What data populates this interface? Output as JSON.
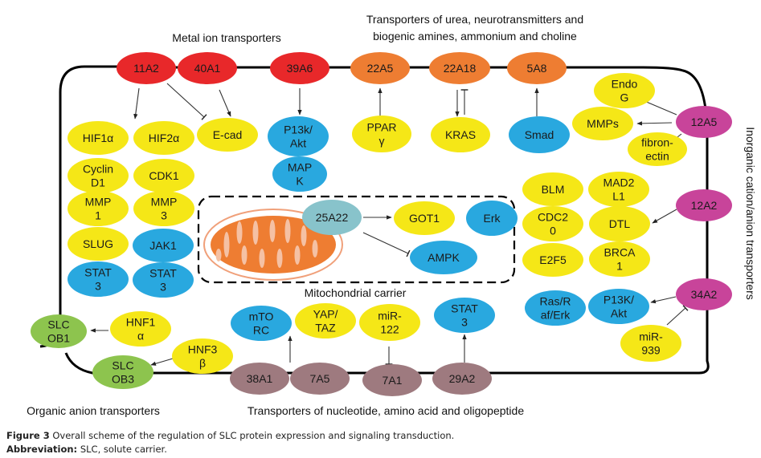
{
  "colors": {
    "metal": "#e8282a",
    "urea": "#ee7d32",
    "inorganic": "#c8449a",
    "organic_anion": "#8dc44e",
    "nucleotide": "#9e7a7f",
    "mito_carrier": "#88c3cb",
    "effector_yellow": "#f5e717",
    "effector_blue": "#29a8df",
    "mitochondrion": "#ee7d32",
    "membrane": "#000000"
  },
  "group_labels": {
    "metal": "Metal ion transporters",
    "urea_line1": "Transporters of urea, neurotransmitters and",
    "urea_line2": "biogenic amines, ammonium and choline",
    "inorganic": "Inorganic cation/anion transporters",
    "mito": "Mitochondrial carrier",
    "organic_anion": "Organic anion transporters",
    "nucleotide": "Transporters of nucleotide, amino acid and oligopeptide"
  },
  "transporters": {
    "t11A2": "11A2",
    "t40A1": "40A1",
    "t39A6": "39A6",
    "t22A5": "22A5",
    "t22A18": "22A18",
    "t5A8": "5A8",
    "t12A5": "12A5",
    "t12A2": "12A2",
    "t34A2": "34A2",
    "t25A22": "25A22",
    "tSLCOB1": [
      "SLC",
      "OB1"
    ],
    "tSLCOB3": [
      "SLC",
      "OB3"
    ],
    "t38A1": "38A1",
    "t7A5": "7A5",
    "t7A1": "7A1",
    "t29A2": "29A2"
  },
  "effectors": {
    "HIF1a": [
      "HIF1α"
    ],
    "HIF2a": [
      "HIF2α"
    ],
    "Ecad": [
      "E-cad"
    ],
    "P13kAkt": [
      "P13k/",
      "Akt"
    ],
    "MAPK": [
      "MAP",
      "K"
    ],
    "CyclinD1": [
      "Cyclin",
      "D1"
    ],
    "CDK1": [
      "CDK1"
    ],
    "MMP1": [
      "MMP",
      "1"
    ],
    "MMP3": [
      "MMP",
      "3"
    ],
    "SLUG": [
      "SLUG"
    ],
    "JAK1": [
      "JAK1"
    ],
    "STAT3a": [
      "STAT",
      "3"
    ],
    "STAT3b": [
      "STAT",
      "3"
    ],
    "PPARg": [
      "PPAR",
      "γ"
    ],
    "KRAS": [
      "KRAS"
    ],
    "Smad": [
      "Smad"
    ],
    "EndoG": [
      "Endo",
      "G"
    ],
    "MMPs": [
      "MMPs"
    ],
    "fibronectin": [
      "fibron-",
      "ectin"
    ],
    "GOT1": [
      "GOT1"
    ],
    "Erk": [
      "Erk"
    ],
    "AMPK": [
      "AMPK"
    ],
    "BLM": [
      "BLM"
    ],
    "MAD2L1": [
      "MAD2",
      "L1"
    ],
    "CDC20": [
      "CDC2",
      "0"
    ],
    "DTL": [
      "DTL"
    ],
    "E2F5": [
      "E2F5"
    ],
    "BRCA1": [
      "BRCA",
      "1"
    ],
    "RasRafErk": [
      "Ras/R",
      "af/Erk"
    ],
    "P13KAkt2": [
      "P13K/",
      "Akt"
    ],
    "miR939": [
      "miR-",
      "939"
    ],
    "HNF1a": [
      "HNF1",
      "α"
    ],
    "HNF3b": [
      "HNF3",
      "β"
    ],
    "mTORC": [
      "mTO",
      "RC"
    ],
    "YAPTAZ": [
      "YAP/",
      "TAZ"
    ],
    "miR122": [
      "miR-",
      "122"
    ],
    "STAT3c": [
      "STAT",
      "3"
    ]
  },
  "caption": {
    "figure_label": "Figure 3",
    "figure_text": " Overall scheme of the regulation of SLC protein expression and signaling transduction.",
    "abbr_label": "Abbreviation:",
    "abbr_text": " SLC, solute carrier."
  }
}
